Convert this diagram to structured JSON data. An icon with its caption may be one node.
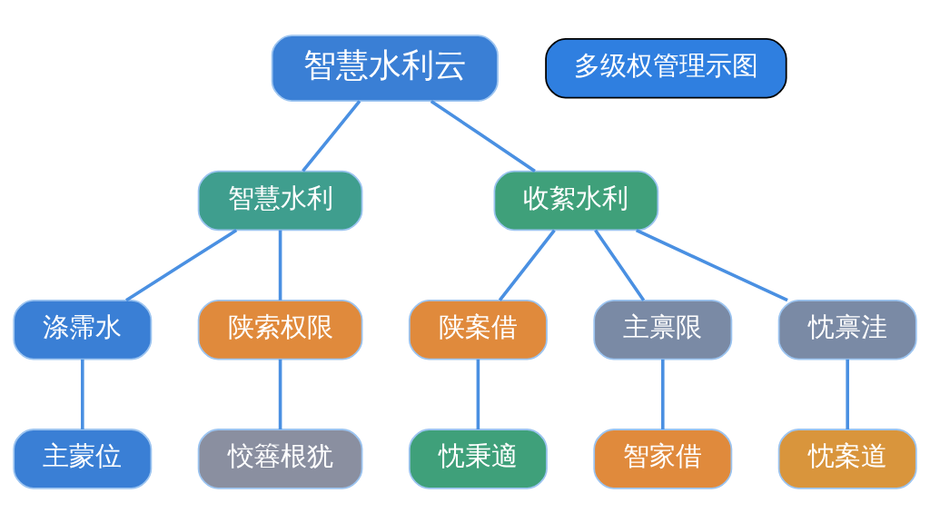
{
  "diagram": {
    "nodes": [
      {
        "text": [
          "智慧水利云"
        ]
      },
      {
        "text": [
          "智慧水利"
        ]
      },
      {
        "text": [
          "收絮水利"
        ]
      },
      {
        "text": [
          "涤霈水"
        ]
      },
      {
        "text": [
          "陕索权限"
        ]
      },
      {
        "text": [
          "陕案借"
        ]
      },
      {
        "text": [
          "主禀限"
        ]
      },
      {
        "text": [
          "忱禀洼"
        ]
      },
      {
        "text": [
          "主蒙位"
        ]
      },
      {
        "text": [
          "恔簭根犹"
        ]
      },
      {
        "text": [
          "忱秉適"
        ]
      },
      {
        "text": [
          "智家借"
        ]
      },
      {
        "text": [
          "忱案道"
        ]
      }
    ],
    "edges": [
      {
        "from": 0,
        "to": 1,
        "arrow": "none"
      },
      {
        "from": 0,
        "to": 2,
        "arrow": "none"
      },
      {
        "from": 1,
        "to": 3,
        "arrow": "none"
      },
      {
        "from": 1,
        "to": 4,
        "arrow": "none"
      },
      {
        "from": 2,
        "to": 5,
        "arrow": "none"
      },
      {
        "from": 2,
        "to": 6,
        "arrow": "none"
      },
      {
        "from": 2,
        "to": 7,
        "arrow": "none"
      },
      {
        "from": 3,
        "to": 8,
        "arrow": "none"
      },
      {
        "from": 4,
        "to": 9,
        "arrow": "none"
      },
      {
        "from": 5,
        "to": 10,
        "arrow": "none"
      },
      {
        "from": 6,
        "to": 11,
        "arrow": "none"
      },
      {
        "from": 7,
        "to": 12,
        "arrow": "none"
      }
    ],
    "labels": [
      "多级权管理示图"
    ]
  }
}
